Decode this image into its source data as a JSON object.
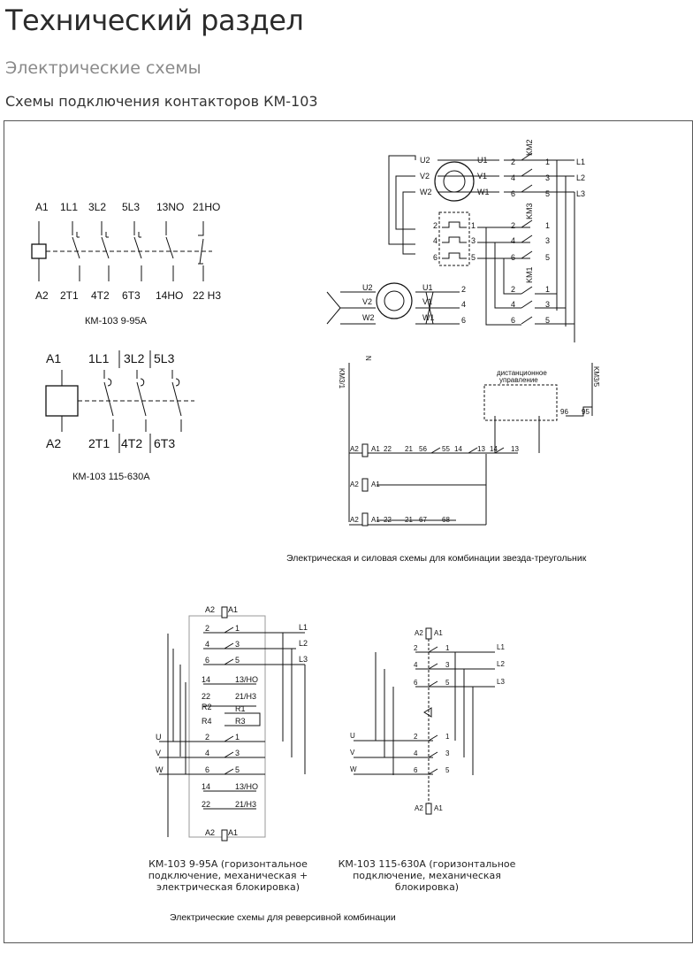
{
  "page": {
    "title": "Технический раздел",
    "subtitle": "Электрические схемы",
    "section": "Схемы подключения контакторов КМ-103"
  },
  "diagrams": {
    "d1": {
      "top_labels": [
        "A1",
        "1L1",
        "3L2",
        "5L3",
        "13NO",
        "21HO"
      ],
      "bottom_labels": [
        "A2",
        "2T1",
        "4T2",
        "6T3",
        "14HO",
        "22 H3"
      ],
      "caption": "КМ-103 9-95А"
    },
    "d2": {
      "top_labels": [
        "A1",
        "1L1",
        "3L2",
        "5L3"
      ],
      "bottom_labels": [
        "A2",
        "2T1",
        "4T2",
        "6T3"
      ],
      "caption": "КМ-103 115-630А"
    },
    "star_delta": {
      "caption": "Электрическая и силовая схемы для комбинации звезда-треугольник",
      "remote_label_1": "дистанционное",
      "remote_label_2": "управление",
      "motor1": [
        "U2",
        "V2",
        "W2",
        "U1",
        "V1",
        "W1"
      ],
      "lines": [
        "L1",
        "L2",
        "L3"
      ],
      "km_labels": [
        "KM2",
        "KM3",
        "KM1"
      ],
      "ctrl_labels": [
        "KM3/1",
        "KM3/5",
        "N"
      ],
      "ctrl_row1": [
        "A2",
        "A1",
        "22",
        "21",
        "56",
        "55",
        "14",
        "13",
        "14",
        "13",
        "96",
        "95"
      ],
      "ctrl_row2": [
        "A2",
        "A1"
      ],
      "ctrl_row3": [
        "A2",
        "A1",
        "22",
        "21",
        "67",
        "68"
      ]
    },
    "rev1": {
      "caption_1": "КМ-103 9-95А (горизонтальное",
      "caption_2": "подключение, механическая +",
      "caption_3": "электрическая блокировка)",
      "top": [
        "A2",
        "A1"
      ],
      "rows": [
        "2",
        "1",
        "4",
        "3",
        "6",
        "5",
        "14",
        "13/HO",
        "22",
        "21/H3",
        "R2",
        "R1",
        "R4",
        "R3"
      ],
      "phases": [
        "U",
        "V",
        "W"
      ],
      "lines": [
        "L1",
        "L2",
        "L3"
      ]
    },
    "rev2": {
      "caption_1": "КМ-103 115-630А (горизонтальное",
      "caption_2": "подключение, механическая",
      "caption_3": "блокировка)",
      "top": [
        "A2",
        "A1"
      ],
      "phases": [
        "U",
        "V",
        "W"
      ],
      "lines": [
        "L1",
        "L2",
        "L3"
      ]
    },
    "reverse_caption": "Электрические схемы для реверсивной комбинации"
  }
}
